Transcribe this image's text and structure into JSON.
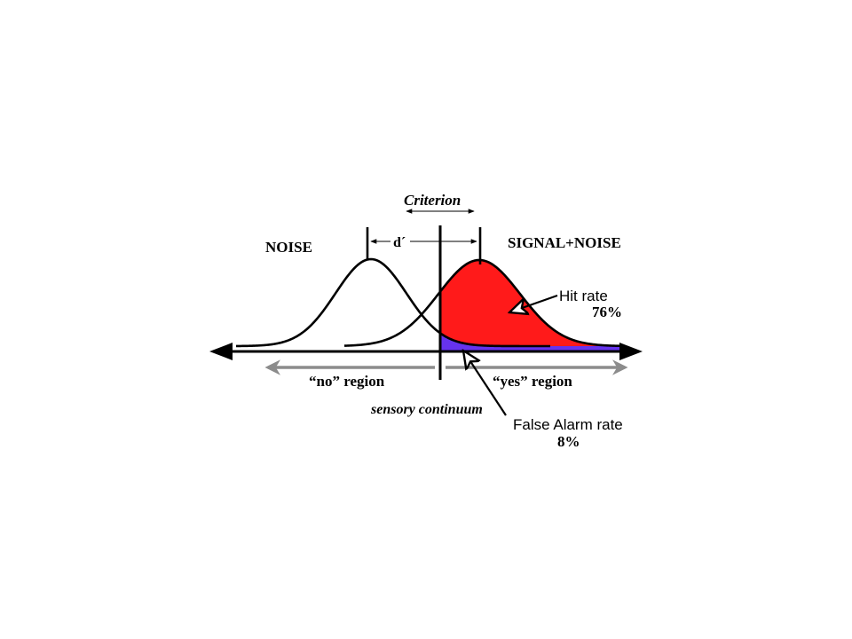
{
  "labels": {
    "criterion": "Criterion",
    "noise": "NOISE",
    "signal_noise": "SIGNAL+NOISE",
    "d_prime": "d´",
    "hit_rate": "Hit rate",
    "hit_rate_value": "76%",
    "false_alarm_rate": "False Alarm rate",
    "false_alarm_value": "8%",
    "no_region": "“no” region",
    "yes_region": "“yes” region",
    "sensory_continuum": "sensory continuum"
  },
  "colors": {
    "hit_fill": "#ff1a1a",
    "false_alarm_fill": "#6633ee",
    "region_arrow": "#8c8c8c",
    "ink": "#000000"
  }
}
